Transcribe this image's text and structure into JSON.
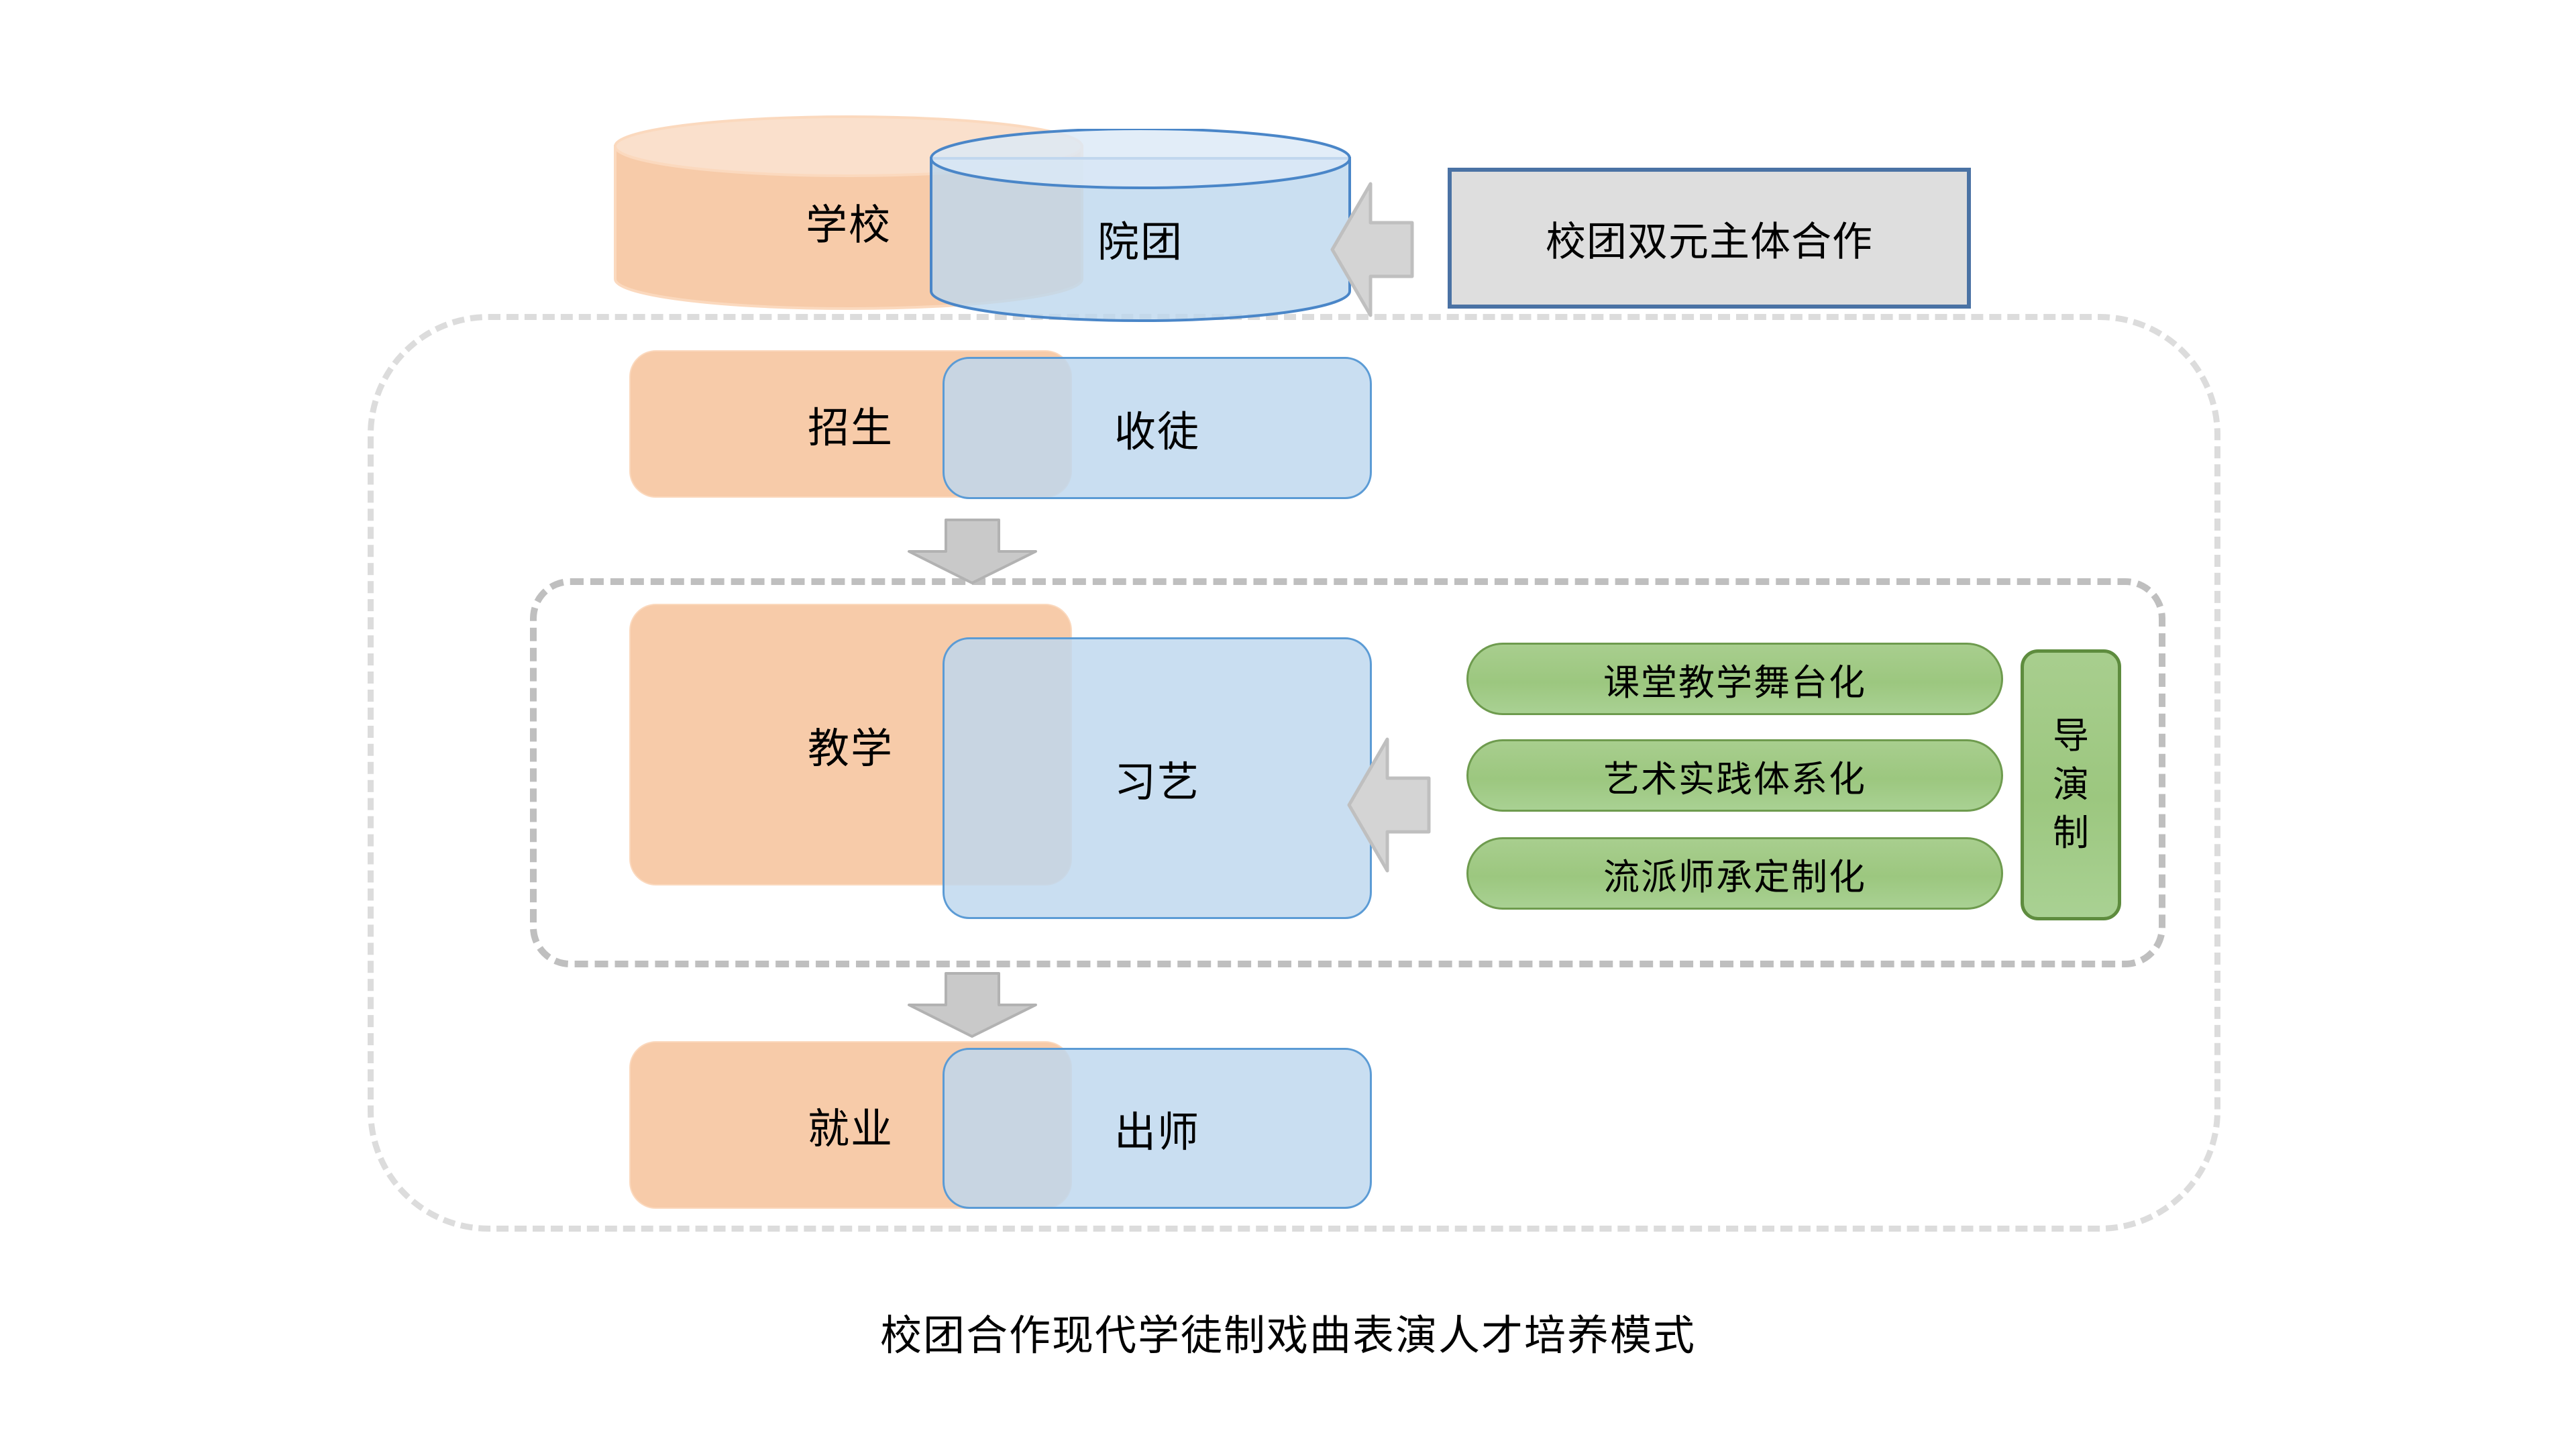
{
  "caption": "校团合作现代学徒制戏曲表演人才培养模式",
  "colors": {
    "orange_fill": "#F7CBA9",
    "orange_stroke": "#FBD9BE",
    "blue_fill": "#BDD7EE",
    "blue_stroke": "#5B9BD5",
    "green_fill": "#A3CB8A",
    "green_stroke": "#6E9B4E",
    "grey_fill": "#DEDEDE",
    "grey_stroke": "#4A72A4",
    "arrow_fill": "#D0D0D0",
    "arrow_stroke": "#BFBFBF",
    "dash_outer": "#DCDCDC",
    "dash_inner": "#BFBFBF"
  },
  "top": {
    "school_label": "学校",
    "troupe_label": "院团",
    "callout_label": "校团双元主体合作"
  },
  "rows": [
    {
      "school": "招生",
      "troupe": "收徒"
    },
    {
      "school": "教学",
      "troupe": "习艺"
    },
    {
      "school": "就业",
      "troupe": "出师"
    }
  ],
  "methods": {
    "pills": [
      "课堂教学舞台化",
      "艺术实践体系化",
      "流派师承定制化"
    ],
    "vertical_box": {
      "full": "导演制",
      "chars": [
        "导",
        "演",
        "制"
      ]
    }
  }
}
